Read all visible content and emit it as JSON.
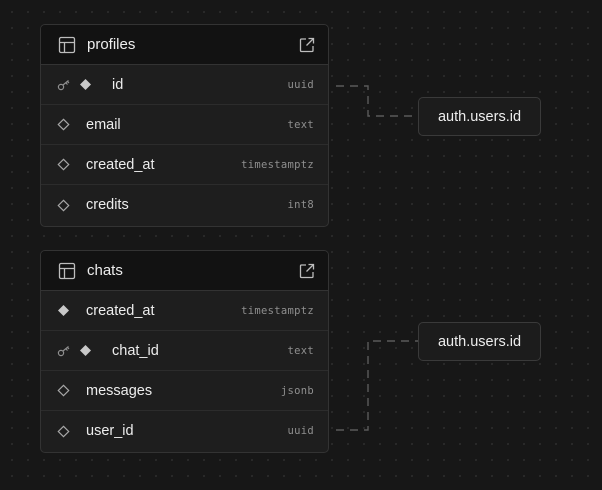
{
  "tables": [
    {
      "name": "profiles",
      "columns": [
        {
          "name": "id",
          "type": "uuid",
          "primary_key": true,
          "nullable": false
        },
        {
          "name": "email",
          "type": "text",
          "primary_key": false,
          "nullable": true
        },
        {
          "name": "created_at",
          "type": "timestamptz",
          "primary_key": false,
          "nullable": true
        },
        {
          "name": "credits",
          "type": "int8",
          "primary_key": false,
          "nullable": true
        }
      ]
    },
    {
      "name": "chats",
      "columns": [
        {
          "name": "created_at",
          "type": "timestamptz",
          "primary_key": false,
          "nullable": false
        },
        {
          "name": "chat_id",
          "type": "text",
          "primary_key": true,
          "nullable": false
        },
        {
          "name": "messages",
          "type": "jsonb",
          "primary_key": false,
          "nullable": true
        },
        {
          "name": "user_id",
          "type": "uuid",
          "primary_key": false,
          "nullable": true
        }
      ]
    }
  ],
  "references": [
    {
      "label": "auth.users.id"
    },
    {
      "label": "auth.users.id"
    }
  ],
  "colors": {
    "background": "#171717",
    "card": "#1e1e1e",
    "header": "#121212",
    "text": "#ededed",
    "muted": "#8f8f8f",
    "edge": "#5a5a5a"
  },
  "icons": {
    "table": "table-icon",
    "open": "external-link-icon",
    "primary_key": "key-icon",
    "filled": "filled-diamond-icon",
    "outline": "outline-diamond-icon"
  }
}
